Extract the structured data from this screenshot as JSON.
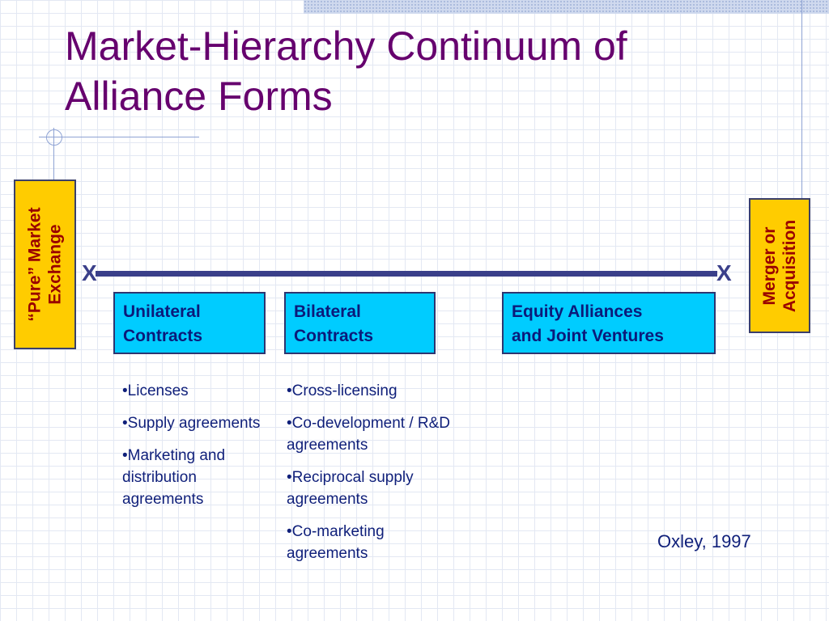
{
  "slide": {
    "title": "Market-Hierarchy Continuum of Alliance Forms",
    "left_end": {
      "line1": "“Pure” Market",
      "line2": "Exchange"
    },
    "right_end": {
      "line1": "Merger or",
      "line2": "Acquisition"
    },
    "axis_marker": "X",
    "categories": [
      {
        "line1": "Unilateral",
        "line2": "Contracts"
      },
      {
        "line1": "Bilateral",
        "line2": "Contracts"
      },
      {
        "line1": "Equity Alliances",
        "line2": "and Joint Ventures"
      }
    ],
    "unilateral_items": [
      "Licenses",
      "Supply agreements",
      "Marketing and distribution agreements"
    ],
    "bilateral_items": [
      "Cross-licensing",
      "Co-development / R&D agreements",
      "Reciprocal supply agreements",
      "Co-marketing agreements"
    ],
    "citation": "Oxley, 1997"
  },
  "colors": {
    "title": "#66006e",
    "end_box_fill": "#ffcc00",
    "end_box_text": "#990000",
    "category_fill": "#00ccff",
    "category_text": "#0b1a7a",
    "axis": "#3a3f8a"
  }
}
